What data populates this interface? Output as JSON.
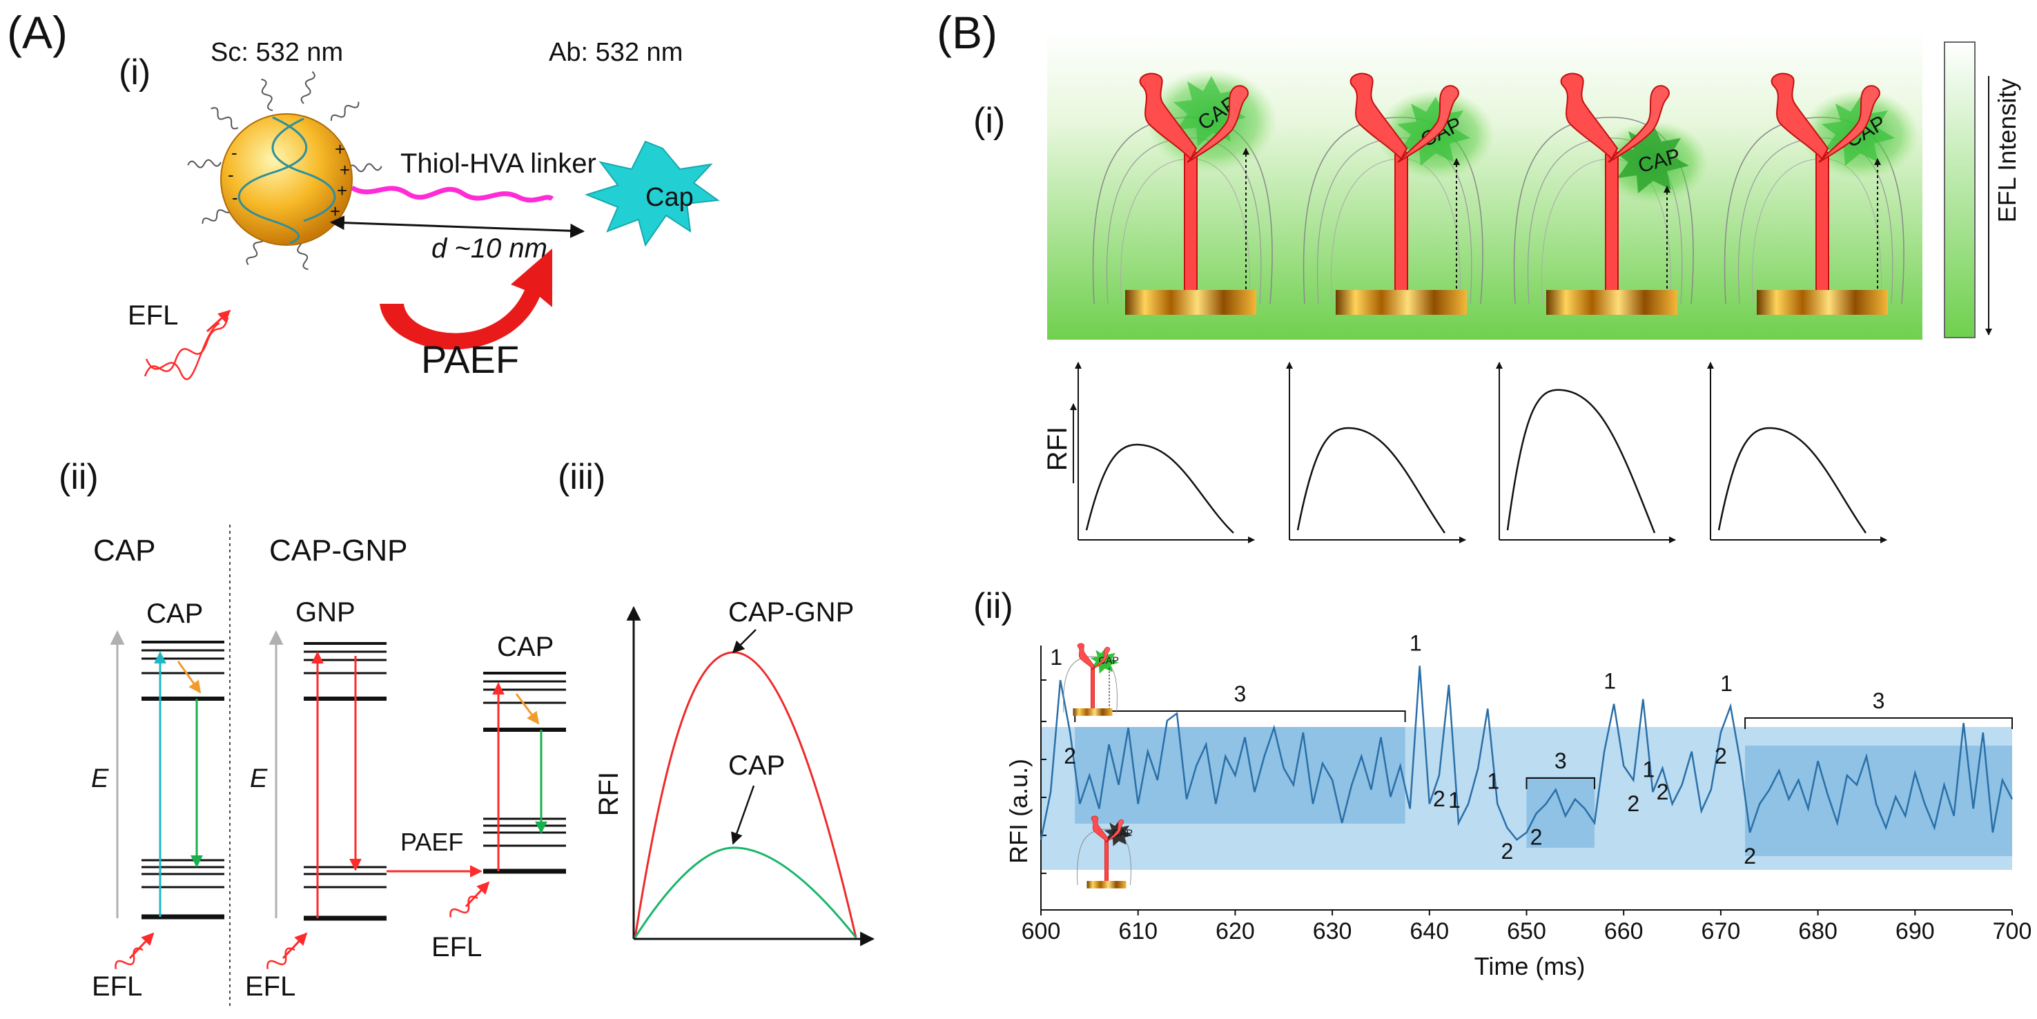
{
  "panelA": {
    "label": "(A)",
    "sub_i": "(i)",
    "sub_ii": "(ii)",
    "sub_iii": "(iii)",
    "scattering": "Sc: 532 nm",
    "absorption": "Ab: 532 nm",
    "linker": "Thiol-HVA linker",
    "cap": "Cap",
    "distance": "d ~10 nm",
    "efl": "EFL",
    "paef": "PAEF",
    "energy_diagram": {
      "left_title": "CAP",
      "right_title": "CAP-GNP",
      "cap_level": "CAP",
      "gnp_level": "GNP",
      "cap_level_2": "CAP",
      "axis": "E",
      "paef": "PAEF",
      "efl": "EFL"
    },
    "rfi_plot": {
      "ylabel": "RFI",
      "series": [
        "CAP-GNP",
        "CAP"
      ]
    }
  },
  "panelB": {
    "label": "(B)",
    "sub_i": "(i)",
    "sub_ii": "(ii)",
    "cap_label": "CAP",
    "colorbar_label": "EFL Intensity",
    "rfi_label": "RFI",
    "peaks": [
      0.45,
      0.55,
      0.78,
      0.55
    ]
  },
  "chart_data": {
    "type": "line",
    "xlabel": "Time (ms)",
    "ylabel": "RFI (a.u.)",
    "xlim": [
      600,
      700
    ],
    "xticks": [
      600,
      610,
      620,
      630,
      640,
      650,
      660,
      670,
      680,
      690,
      700
    ],
    "cap_label": "CAP",
    "x": [
      600,
      601,
      602,
      603,
      604,
      605,
      606,
      607,
      608,
      609,
      610,
      611,
      612,
      613,
      614,
      615,
      616,
      617,
      618,
      619,
      620,
      621,
      622,
      623,
      624,
      625,
      626,
      627,
      628,
      629,
      630,
      631,
      632,
      633,
      634,
      635,
      636,
      637,
      638,
      639,
      640,
      641,
      642,
      643,
      644,
      645,
      646,
      647,
      648,
      649,
      650,
      651,
      652,
      653,
      654,
      655,
      656,
      657,
      658,
      659,
      660,
      661,
      662,
      663,
      664,
      665,
      666,
      667,
      668,
      669,
      670,
      671,
      672,
      673,
      674,
      675,
      676,
      677,
      678,
      679,
      680,
      681,
      682,
      683,
      684,
      685,
      686,
      687,
      688,
      689,
      690,
      691,
      692,
      693,
      694,
      695,
      696,
      697,
      698,
      699,
      700
    ],
    "y": [
      0.15,
      0.35,
      0.82,
      0.6,
      0.3,
      0.42,
      0.28,
      0.55,
      0.38,
      0.62,
      0.3,
      0.52,
      0.4,
      0.65,
      0.68,
      0.32,
      0.46,
      0.55,
      0.3,
      0.5,
      0.42,
      0.58,
      0.35,
      0.5,
      0.62,
      0.45,
      0.38,
      0.6,
      0.3,
      0.47,
      0.4,
      0.22,
      0.38,
      0.5,
      0.36,
      0.58,
      0.33,
      0.46,
      0.28,
      0.88,
      0.3,
      0.42,
      0.8,
      0.22,
      0.3,
      0.45,
      0.7,
      0.3,
      0.2,
      0.15,
      0.18,
      0.26,
      0.3,
      0.36,
      0.25,
      0.32,
      0.28,
      0.22,
      0.52,
      0.72,
      0.46,
      0.4,
      0.74,
      0.35,
      0.45,
      0.3,
      0.38,
      0.52,
      0.27,
      0.36,
      0.6,
      0.71,
      0.48,
      0.18,
      0.3,
      0.36,
      0.44,
      0.32,
      0.4,
      0.28,
      0.48,
      0.34,
      0.22,
      0.42,
      0.38,
      0.5,
      0.3,
      0.2,
      0.33,
      0.25,
      0.43,
      0.3,
      0.2,
      0.38,
      0.25,
      0.64,
      0.28,
      0.6,
      0.18,
      0.4,
      0.32
    ],
    "annotations": [
      {
        "label": "1",
        "x": 602
      },
      {
        "label": "1",
        "x": 639
      },
      {
        "label": "1",
        "x": 643
      },
      {
        "label": "1",
        "x": 647
      },
      {
        "label": "1",
        "x": 659
      },
      {
        "label": "1",
        "x": 663
      },
      {
        "label": "1",
        "x": 671
      },
      {
        "label": "2",
        "x": 603
      },
      {
        "label": "2",
        "x": 641
      },
      {
        "label": "2",
        "x": 648
      },
      {
        "label": "2",
        "x": 651
      },
      {
        "label": "2",
        "x": 661
      },
      {
        "label": "2",
        "x": 664
      },
      {
        "label": "2",
        "x": 670
      },
      {
        "label": "2",
        "x": 673
      }
    ],
    "brackets": [
      {
        "label": "3",
        "from": 603.5,
        "to": 637.5
      },
      {
        "label": "3",
        "from": 650,
        "to": 657
      },
      {
        "label": "3",
        "from": 672.5,
        "to": 700
      }
    ]
  }
}
